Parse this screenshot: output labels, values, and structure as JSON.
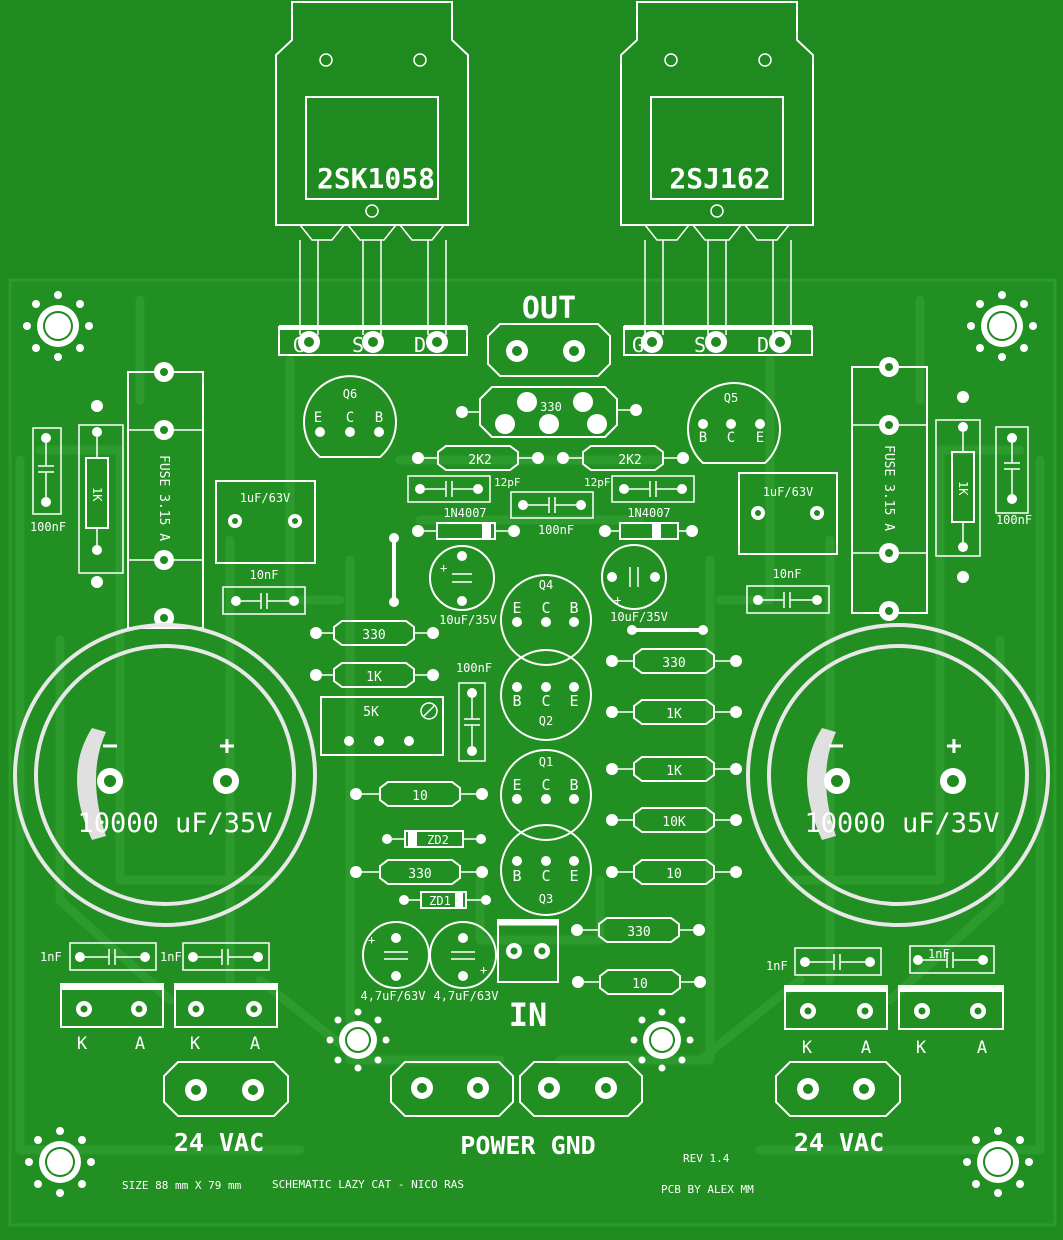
{
  "transistors": {
    "left": {
      "part": "2SK1058",
      "pins": [
        "G",
        "S",
        "D"
      ]
    },
    "right": {
      "part": "2SJ162",
      "pins": [
        "G",
        "S",
        "D"
      ]
    }
  },
  "output": {
    "label": "OUT"
  },
  "input": {
    "label": "IN"
  },
  "resistors": {
    "r330_top": "330",
    "r2k2_left": "2K2",
    "r2k2_right": "2K2",
    "r1k_fuse_left": "1K",
    "r1k_fuse_right": "1K",
    "r330_left": "330",
    "r1k_left": "1K",
    "pot": "5K",
    "r10_left": "10",
    "r330_left_low": "330",
    "r330_right_1": "330",
    "r1k_right_1": "1K",
    "r1k_right_2": "1K",
    "r10k_right": "10K",
    "r10_right": "10",
    "r330_right_low": "330",
    "r10_right_low": "10"
  },
  "zeners": {
    "zd2": "ZD2",
    "zd1": "ZD1"
  },
  "diodes": {
    "left": "1N4007",
    "right": "1N4007"
  },
  "caps": {
    "c12pf_left": "12pF",
    "c12pf_right": "12pF",
    "c100nf_mid": "100nF",
    "c100nf_left": "100nF",
    "c100nf_right": "100nF",
    "c100nf_center": "100nF",
    "c1uf_left": "1uF/63V",
    "c1uf_right": "1uF/63V",
    "c10nf_left": "10nF",
    "c10nf_right": "10nF",
    "c10uf_left": "10uF/35V",
    "c10uf_right": "10uF/35V",
    "c4u7_left": "4,7uF/63V",
    "c4u7_right": "4,7uF/63V",
    "c1nf_1": "1nF",
    "c1nf_2": "1nF",
    "c1nf_3": "1nF",
    "c1nf_4": "1nF"
  },
  "big_caps": {
    "left": {
      "label": "10000 uF/35V",
      "minus": "−",
      "plus": "+"
    },
    "right": {
      "label": "10000 uF/35V",
      "minus": "−",
      "plus": "+"
    }
  },
  "fuses": {
    "left": "FUSE 3.15 A",
    "right": "FUSE 3.15 A"
  },
  "small_transistors": {
    "q6": {
      "name": "Q6",
      "pins": [
        "E",
        "C",
        "B"
      ]
    },
    "q5": {
      "name": "Q5",
      "pins": [
        "B",
        "C",
        "E"
      ]
    },
    "q4": {
      "name": "Q4",
      "pins": [
        "E",
        "C",
        "B"
      ]
    },
    "q2": {
      "name": "Q2",
      "pins": [
        "B",
        "C",
        "E"
      ]
    },
    "q1": {
      "name": "Q1",
      "pins": [
        "E",
        "C",
        "B"
      ]
    },
    "q3": {
      "name": "Q3",
      "pins": [
        "B",
        "C",
        "E"
      ]
    }
  },
  "bridge_labels": {
    "k": "K",
    "a": "A"
  },
  "power": {
    "left": "24 VAC",
    "right": "24 VAC",
    "gnd": "POWER GND"
  },
  "footer": {
    "size": "SIZE  88 mm X 79 mm",
    "schematic": "SCHEMATIC  LAZY CAT - NICO RAS",
    "rev": "REV 1.4",
    "pcb_by": "PCB BY ALEX MM"
  }
}
